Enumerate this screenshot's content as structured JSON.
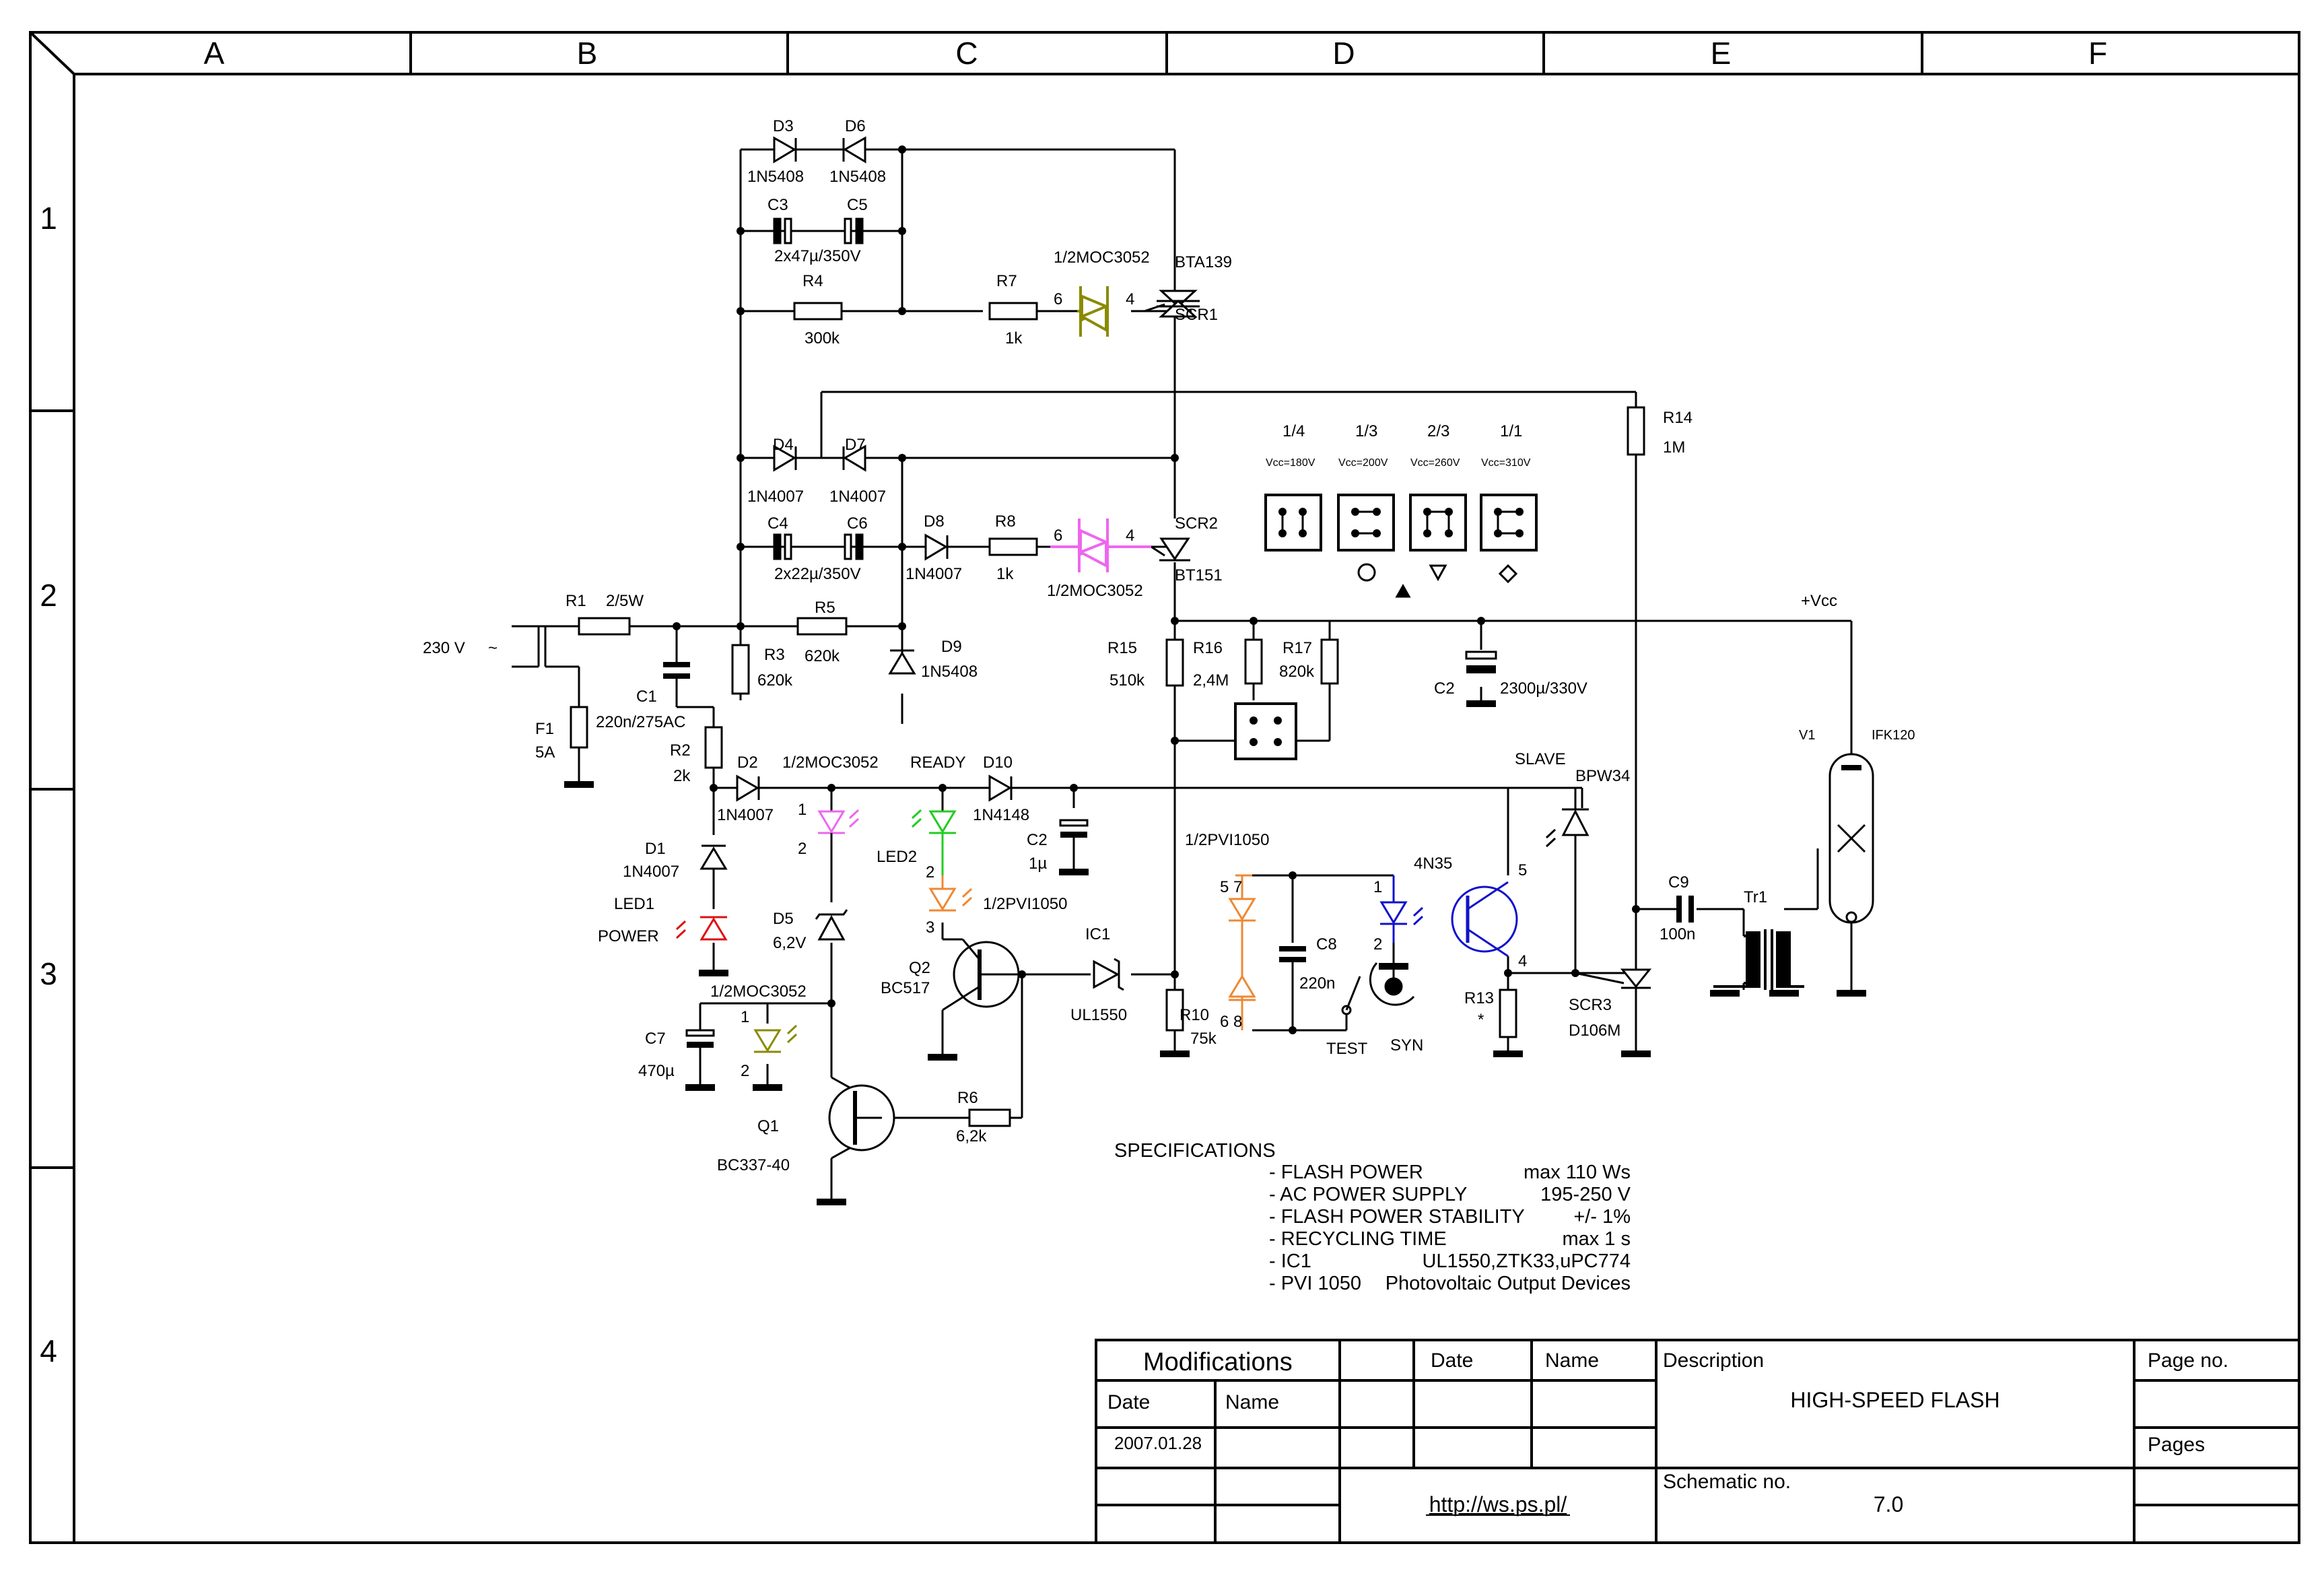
{
  "frame": {
    "columns": [
      "A",
      "B",
      "C",
      "D",
      "E",
      "F"
    ],
    "rows": [
      "1",
      "2",
      "3",
      "4"
    ]
  },
  "labels": {
    "d3": "D3",
    "d6": "D6",
    "d3v": "1N5408",
    "d6v": "1N5408",
    "c3": "C3",
    "c5": "C5",
    "c35v": "2x47µ/350V",
    "r4": "R4",
    "r4v": "300k",
    "r7": "R7",
    "r7v": "1k",
    "moc_top": "1/2MOC3052",
    "pin6a": "6",
    "pin4a": "4",
    "scr1a": "BTA139",
    "scr1b": "SCR1",
    "r14": "R14",
    "r14v": "1M",
    "d4": "D4",
    "d7": "D7",
    "d4v": "1N4007",
    "d7v": "1N4007",
    "c4": "C4",
    "c6": "C6",
    "c46v": "2x22µ/350V",
    "d8": "D8",
    "d8v": "1N4007",
    "r8": "R8",
    "r8v": "1k",
    "pin6b": "6",
    "pin4b": "4",
    "moc_mid": "1/2MOC3052",
    "scr2a": "SCR2",
    "scr2b": "BT151",
    "r1": "R1",
    "r1v": "2/5W",
    "r5": "R5",
    "r5v": "620k",
    "ac_in": "230 V",
    "ac_sym": "~",
    "r3": "R3",
    "r3v": "620k",
    "d9": "D9",
    "d9v": "1N5408",
    "c1": "C1",
    "c1v": "220n/275AC",
    "f1": "F1",
    "f1v": "5A",
    "r2": "R2",
    "r2v": "2k",
    "d2": "D2",
    "d2v": "1N4007",
    "moc_led": "1/2MOC3052",
    "ready": "READY",
    "d10": "D10",
    "d10v": "1N4148",
    "p1a": "1",
    "p2a": "2",
    "led2": "LED2",
    "p2b": "2",
    "pvi_a": "1/2PVI1050",
    "p3": "3",
    "c2s": "C2",
    "c2sv": "1µ",
    "d1": "D1",
    "d1v": "1N4007",
    "led1": "LED1",
    "power": "POWER",
    "d5": "D5",
    "d5v": "6,2V",
    "q2": "Q2",
    "q2v": "BC517",
    "ic1": "IC1",
    "ic1v": "UL1550",
    "moc_bot": "1/2MOC3052",
    "p1c": "1",
    "p2c": "2",
    "c7": "C7",
    "c7v": "470µ",
    "q1": "Q1",
    "q1v": "BC337-40",
    "r6": "R6",
    "r6v": "6,2k",
    "r15": "R15",
    "r15v": "510k",
    "r16": "R16",
    "r16v": "2,4M",
    "r17": "R17",
    "r17v": "820k",
    "r10": "R10",
    "r10v": "75k",
    "c2": "C2",
    "c2v": "2300µ/330V",
    "vcc": "+Vcc",
    "pvi_b": "1/2PVI1050",
    "p57": "5 7",
    "p68": "6 8",
    "c8": "C8",
    "c8v": "220n",
    "test": "TEST",
    "syn": "SYN",
    "n4n35": "4N35",
    "p1d": "1",
    "p2d": "2",
    "p5": "5",
    "p4": "4",
    "slave": "SLAVE",
    "bpw34": "BPW34",
    "r13": "R13",
    "r13v": "*",
    "scr3": "SCR3",
    "scr3v": "D106M",
    "c9": "C9",
    "c9v": "100n",
    "tr1": "Tr1",
    "v1": "V1",
    "ifk": "IFK120",
    "m14": "1/4",
    "m13": "1/3",
    "m23": "2/3",
    "m11": "1/1",
    "v180": "Vcc=180V",
    "v200": "Vcc=200V",
    "v260": "Vcc=260V",
    "v310": "Vcc=310V"
  },
  "specs": {
    "title": "SPECIFICATIONS",
    "items": [
      {
        "name": "- FLASH POWER",
        "value": "max 110 Ws"
      },
      {
        "name": "- AC POWER SUPPLY",
        "value": "195-250 V"
      },
      {
        "name": "- FLASH POWER STABILITY",
        "value": "+/- 1%"
      },
      {
        "name": "- RECYCLING TIME",
        "value": "max 1 s"
      },
      {
        "name": "- IC1",
        "value": "UL1550,ZTK33,uPC774"
      },
      {
        "name": "- PVI 1050",
        "value": "Photovoltaic Output Devices"
      }
    ]
  },
  "title_block": {
    "modifications": "Modifications",
    "date": "Date",
    "name": "Name",
    "date2": "Date",
    "name2": "Name",
    "mod_date": "2007.01.28",
    "description": "Description",
    "title": "HIGH-SPEED FLASH",
    "url": "http://ws.ps.pl/",
    "schematic_no_label": "Schematic no.",
    "schematic_no": "7.0",
    "page_no": "Page no.",
    "pages": "Pages"
  },
  "colors": {
    "olive": "#8a8a00",
    "magenta": "#ee66ee",
    "green": "#22cc22",
    "orange": "#ee8833",
    "blue": "#1111cc",
    "red": "#dd1111"
  }
}
